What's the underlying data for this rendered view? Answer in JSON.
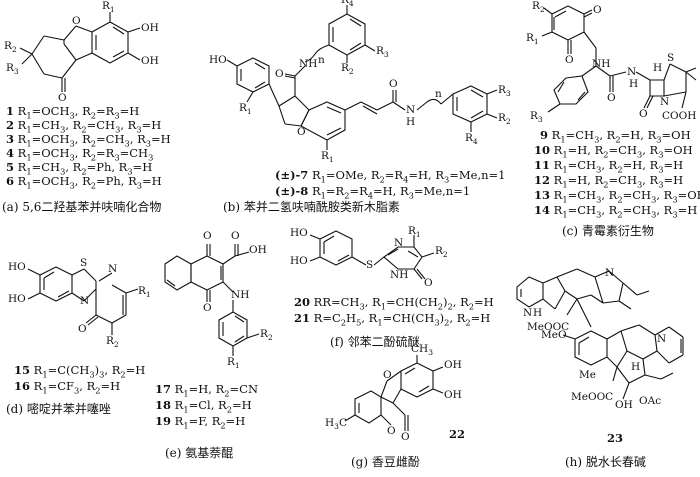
{
  "panels": {
    "a": {
      "caption": "(a) 5,6二羟基苯并呋喃化合物",
      "atoms": {
        "r1": "R1",
        "oh": "OH",
        "oh2": "OH",
        "r2": "R2",
        "r3": "R3",
        "o_ring": "O",
        "o_keto": "O"
      },
      "compounds": [
        {
          "num": "1",
          "text": "R1=OCH3, R2=R3=H"
        },
        {
          "num": "2",
          "text": "R1=CH3, R2=CH3, R3=H"
        },
        {
          "num": "3",
          "text": "R1=OCH3, R2=CH3, R3=H"
        },
        {
          "num": "4",
          "text": "R1=OCH3, R2=R3=CH3"
        },
        {
          "num": "5",
          "text": "R1=CH3, R2=Ph, R3=H"
        },
        {
          "num": "6",
          "text": "R1=OCH3, R2=Ph, R3=H"
        }
      ]
    },
    "b": {
      "caption": "(b) 苯并二氢呋喃酰胺类新木脂素",
      "atoms": {
        "r4": "R4",
        "r3": "R3",
        "r2": "R2",
        "n1": "n",
        "nh1": "NH",
        "o1": "O",
        "ho": "HO",
        "r1a": "R1",
        "o_ring": "O",
        "r1b": "R1",
        "o2": "O",
        "nh2": "N",
        "h2": "H",
        "n2": "n",
        "r3b": "R3",
        "r2b": "R2",
        "r4b": "R4"
      },
      "compounds": [
        {
          "num": "(±)-7",
          "text": "R1=OMe, R2=R4=H, R3=Me,n=1"
        },
        {
          "num": "(±)-8",
          "text": "R1=R2=R4=H, R3=Me,n=1"
        }
      ]
    },
    "c": {
      "caption": "(c) 青霉素衍生物",
      "atoms": {
        "r2": "R2",
        "r1": "R1",
        "o1": "O",
        "o2": "O",
        "o3": "O",
        "nh": "NH",
        "nh2": "N",
        "h": "H",
        "s": "S",
        "n": "N",
        "o4": "O",
        "r3": "R3",
        "cooh": "COOH",
        "h2": "H"
      },
      "compounds": [
        {
          "num": "9",
          "text": "R1=CH3, R2=H, R3=OH"
        },
        {
          "num": "10",
          "text": "R1=H, R2=CH3, R3=OH"
        },
        {
          "num": "11",
          "text": "R1=CH3, R2=H, R3=H"
        },
        {
          "num": "12",
          "text": "R1=H, R2=CH3, R3=H"
        },
        {
          "num": "13",
          "text": "R1=CH3, R2=CH3, R3=OH"
        },
        {
          "num": "14",
          "text": "R1=CH3, R2=CH3, R3=H"
        }
      ]
    },
    "d": {
      "caption": "(d) 嘧啶并苯并噻唑",
      "atoms": {
        "ho1": "HO",
        "ho2": "HO",
        "s": "S",
        "n1": "N",
        "n2": "N",
        "r1": "R1",
        "o": "O",
        "r2": "R2"
      },
      "compounds": [
        {
          "num": "15",
          "text": "R1=C(CH3)3, R2=H"
        },
        {
          "num": "16",
          "text": "R1=CF3, R2=H"
        }
      ]
    },
    "e": {
      "caption": "(e) 氨基萘醌",
      "atoms": {
        "o1": "O",
        "oh": "OH",
        "o2": "O",
        "o3": "O",
        "nh": "NH",
        "r2": "R2",
        "r1": "R1"
      },
      "compounds": [
        {
          "num": "17",
          "text": "R1=H, R2=CN"
        },
        {
          "num": "18",
          "text": "R1=Cl, R2=H"
        },
        {
          "num": "19",
          "text": "R1=F, R2=H"
        }
      ]
    },
    "f": {
      "caption": "(f) 邻苯二酚硫醚",
      "atoms": {
        "ho1": "HO",
        "ho2": "HO",
        "n1": "N",
        "r1": "R1",
        "r2": "R2",
        "s": "S",
        "nh": "NH",
        "o": "O",
        "r": "R"
      },
      "compounds": [
        {
          "num": "20",
          "text": "R=CH3, R1=CH(CH2)2, R2=H"
        },
        {
          "num": "21",
          "text": "R=C2H5, R1=CH(CH3)2, R2=H"
        }
      ]
    },
    "g": {
      "caption": "(g) 香豆雌酚",
      "atoms": {
        "ch3a": "CH3",
        "oh1": "OH",
        "o1": "O",
        "oh2": "OH",
        "h3c": "H3C",
        "o2": "O",
        "o3": "O"
      },
      "compound_number": "22"
    },
    "h": {
      "caption": "(h) 脱水长春碱",
      "atoms": {
        "nh": "N",
        "h": "H",
        "n1": "N",
        "meooc1": "MeOOC",
        "meo": "MeO",
        "n2": "N",
        "me": "Me",
        "h2": "H",
        "meooc2": "MeOOC",
        "oh": "OH",
        "oac": "OAc"
      },
      "compound_number": "23"
    }
  }
}
